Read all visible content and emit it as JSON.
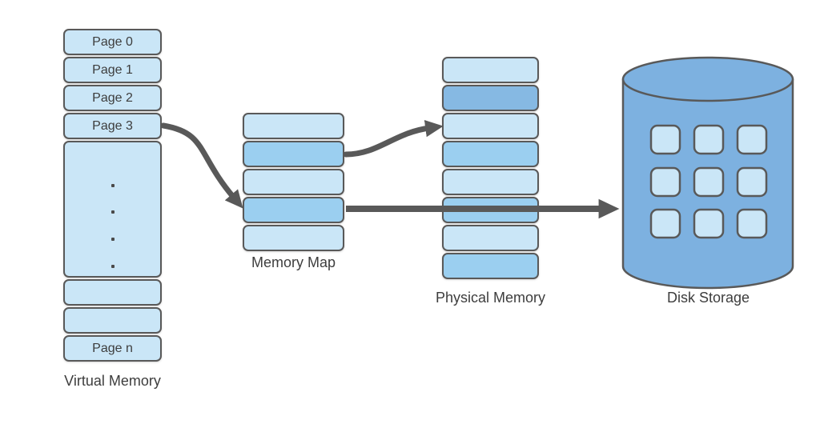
{
  "colors": {
    "light_blue": "#cae6f7",
    "medium_blue": "#9bcff0",
    "dark_blue": "#86b9e3",
    "disk_blue": "#7db1e0",
    "outline_gray": "#595959",
    "text_gray": "#3d3d3d",
    "background": "#ffffff"
  },
  "virtual_memory": {
    "label": "Virtual Memory",
    "page_labels": [
      "Page 0",
      "Page 1",
      "Page 2",
      "Page 3"
    ],
    "ellipsis_dots": 4,
    "empty_rows": 2,
    "last_page_label": "Page n"
  },
  "memory_map": {
    "label": "Memory Map",
    "row_count": 5,
    "highlighted_rows": [
      2,
      4
    ]
  },
  "physical_memory": {
    "label": "Physical Memory",
    "row_count": 8,
    "row_shades": [
      "light",
      "dark",
      "light",
      "medium",
      "light",
      "medium",
      "light",
      "medium"
    ]
  },
  "disk_storage": {
    "label": "Disk Storage",
    "block_grid": "3x3",
    "block_count": 9
  },
  "arrows": [
    {
      "from": "Page 3 (Virtual Memory)",
      "to": "Memory Map row 4"
    },
    {
      "from": "Memory Map row 2",
      "to": "Physical Memory row 3"
    },
    {
      "from": "Memory Map row 4",
      "to": "Disk Storage"
    }
  ]
}
